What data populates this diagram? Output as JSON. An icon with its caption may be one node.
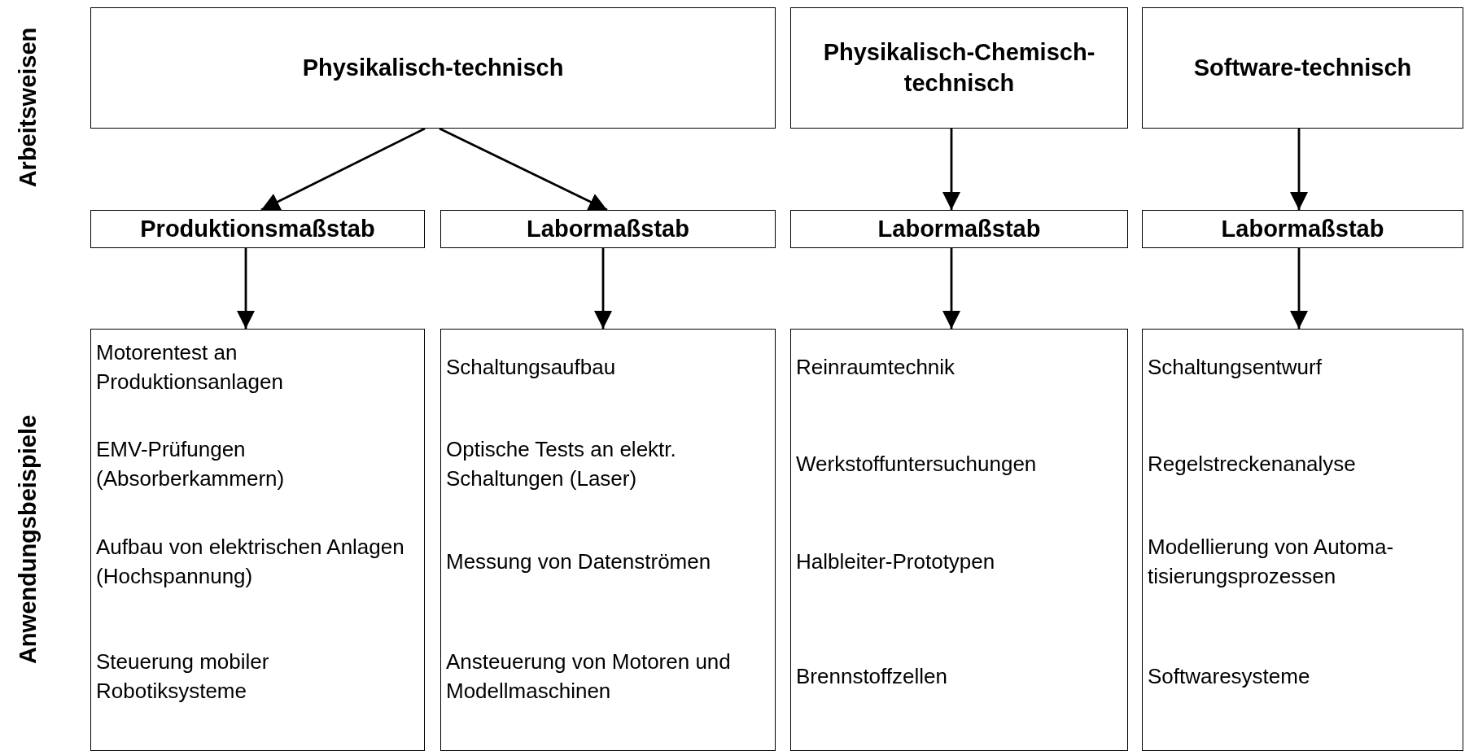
{
  "diagram": {
    "nodes": [
      {
        "text": [
          "Physikalisch-technisch"
        ]
      },
      {
        "text": [
          "Physikalisch-Chemisch-technisch"
        ]
      },
      {
        "text": [
          "Software-technisch"
        ]
      },
      {
        "text": [
          "Produktionsmaßstab"
        ]
      },
      {
        "text": [
          "Labormaßstab"
        ]
      },
      {
        "text": [
          "Labormaßstab"
        ]
      },
      {
        "text": [
          "Labormaßstab"
        ]
      },
      {
        "text": [
          "Motorentest an Produktionsanlagen",
          "EMV-Prüfungen (Absorberkammern)",
          "Aufbau von elektrischen Anlagen (Hochspannung)",
          "Steuerung mobiler Robotiksysteme"
        ]
      },
      {
        "text": [
          "Schaltungsaufbau",
          "Optische Tests an elektr. Schaltungen (Laser)",
          "Messung von Datenströmen",
          "Ansteuerung von Motoren und Modellmaschinen"
        ]
      },
      {
        "text": [
          "Reinraumtechnik",
          "Werkstoffuntersuchungen",
          "Halbleiter-Prototypen",
          "Brennstoffzellen"
        ]
      },
      {
        "text": [
          "Schaltungsentwurf",
          "Regelstreckenanalyse",
          "Modellierung von Automa-tisierungsprozessen",
          "Softwaresysteme"
        ]
      }
    ],
    "edges": [
      {
        "from": 0,
        "to": 3,
        "arrow": "to"
      },
      {
        "from": 0,
        "to": 4,
        "arrow": "to"
      },
      {
        "from": 1,
        "to": 5,
        "arrow": "to"
      },
      {
        "from": 2,
        "to": 6,
        "arrow": "to"
      },
      {
        "from": 3,
        "to": 7,
        "arrow": "to"
      },
      {
        "from": 4,
        "to": 8,
        "arrow": "to"
      },
      {
        "from": 5,
        "to": 9,
        "arrow": "to"
      },
      {
        "from": 6,
        "to": 10,
        "arrow": "to"
      }
    ],
    "labels": [
      "Arbeitsweisen",
      "Anwendungsbeispiele"
    ]
  }
}
